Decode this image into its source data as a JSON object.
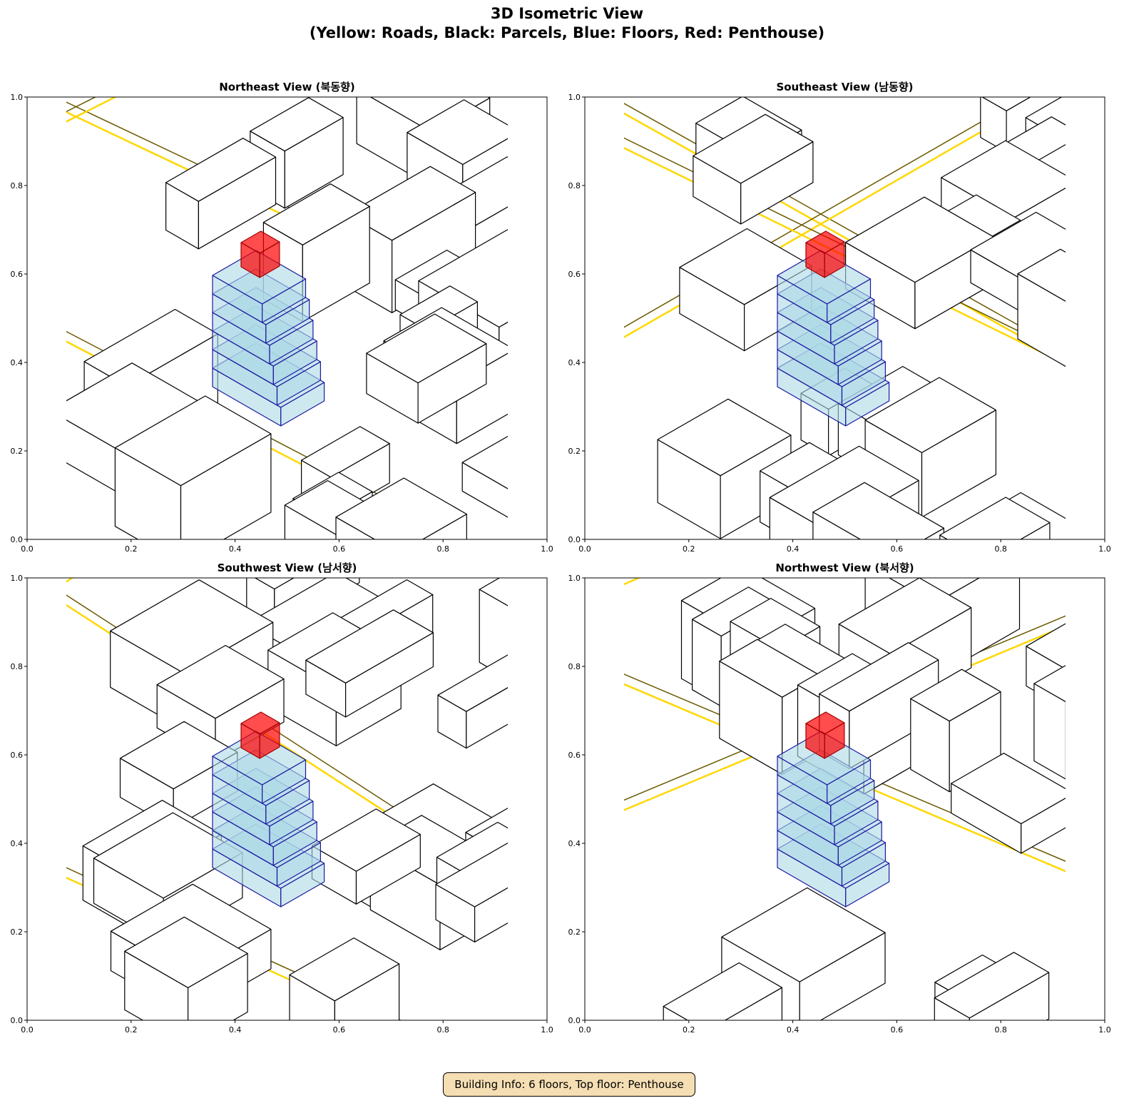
{
  "title_line1": "3D Isometric View",
  "title_line2": "(Yellow: Roads, Black: Parcels, Blue: Floors, Red: Penthouse)",
  "panels": [
    {
      "title": "Northeast View (북동향)"
    },
    {
      "title": "Southeast View (남동향)"
    },
    {
      "title": "Southwest View (남서향)"
    },
    {
      "title": "Northwest View (북서향)"
    }
  ],
  "ticks": {
    "x": [
      "0.0",
      "0.2",
      "0.4",
      "0.6",
      "0.8",
      "1.0"
    ],
    "y": [
      "0.0",
      "0.2",
      "0.4",
      "0.6",
      "0.8",
      "1.0"
    ]
  },
  "colors": {
    "road": "#ffd700",
    "road_edge": "#6b5a00",
    "parcel": "#000000",
    "floor_fill": "#add8e6",
    "floor_edge": "#1a1aa0",
    "penthouse": "#ff0000"
  },
  "building": {
    "floors": 6,
    "top_floor": "Penthouse"
  },
  "info": "Building Info: 6 floors, Top floor: Penthouse"
}
